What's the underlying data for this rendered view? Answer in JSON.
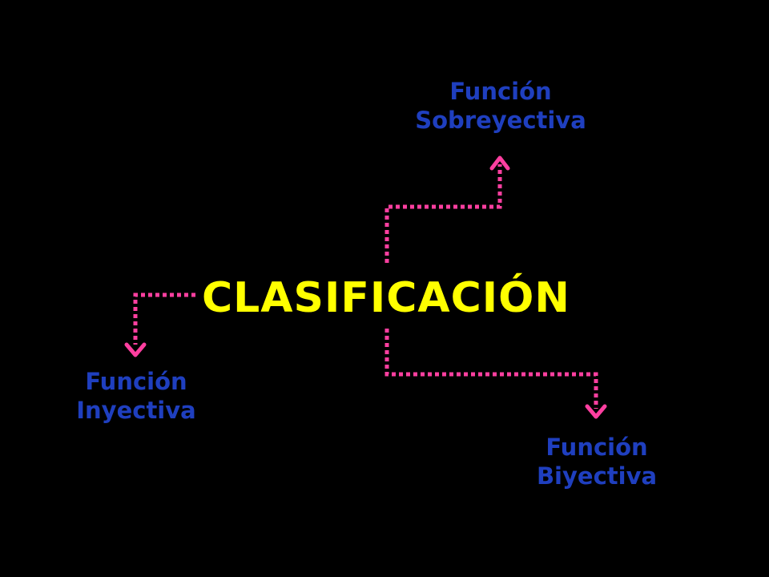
{
  "title": "CLASIFICACIÓN",
  "branches": [
    {
      "id": "sobreyectiva",
      "line1": "Función",
      "line2": "Sobreyectiva"
    },
    {
      "id": "inyectiva",
      "line1": "Función",
      "line2": "Inyectiva"
    },
    {
      "id": "biyectiva",
      "line1": "Función",
      "line2": "Biyectiva"
    }
  ],
  "colors": {
    "background": "#000000",
    "title": "#ffff00",
    "labels": "#1f3fbf",
    "connectors": "#ff3fa0"
  }
}
